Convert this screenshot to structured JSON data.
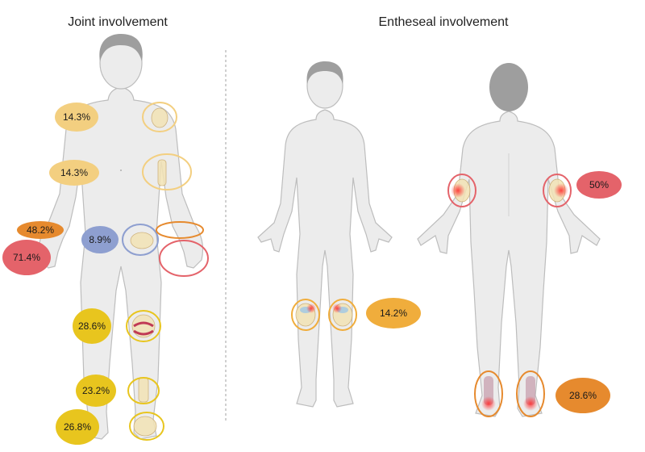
{
  "titles": {
    "joint": "Joint involvement",
    "entheseal": "Entheseal involvement"
  },
  "colors": {
    "light_yellow": "#f3cf80",
    "yellow": "#e8c51e",
    "orange": "#e68a2e",
    "amber": "#f0ad3c",
    "red": "#e4636a",
    "blue": "#8e9fd0"
  },
  "joint_labels": [
    {
      "id": "shoulder",
      "value": "14.3%",
      "color": "light_yellow"
    },
    {
      "id": "elbow",
      "value": "14.3%",
      "color": "light_yellow"
    },
    {
      "id": "wrist",
      "value": "48.2%",
      "color": "orange"
    },
    {
      "id": "hand",
      "value": "71.4%",
      "color": "red"
    },
    {
      "id": "hip",
      "value": "8.9%",
      "color": "blue"
    },
    {
      "id": "knee",
      "value": "28.6%",
      "color": "yellow"
    },
    {
      "id": "ankle",
      "value": "23.2%",
      "color": "yellow"
    },
    {
      "id": "foot",
      "value": "26.8%",
      "color": "yellow"
    }
  ],
  "entheseal_labels": [
    {
      "id": "elbow",
      "value": "50%",
      "color": "red"
    },
    {
      "id": "knee",
      "value": "14.2%",
      "color": "amber"
    },
    {
      "id": "heel",
      "value": "28.6%",
      "color": "orange"
    }
  ]
}
